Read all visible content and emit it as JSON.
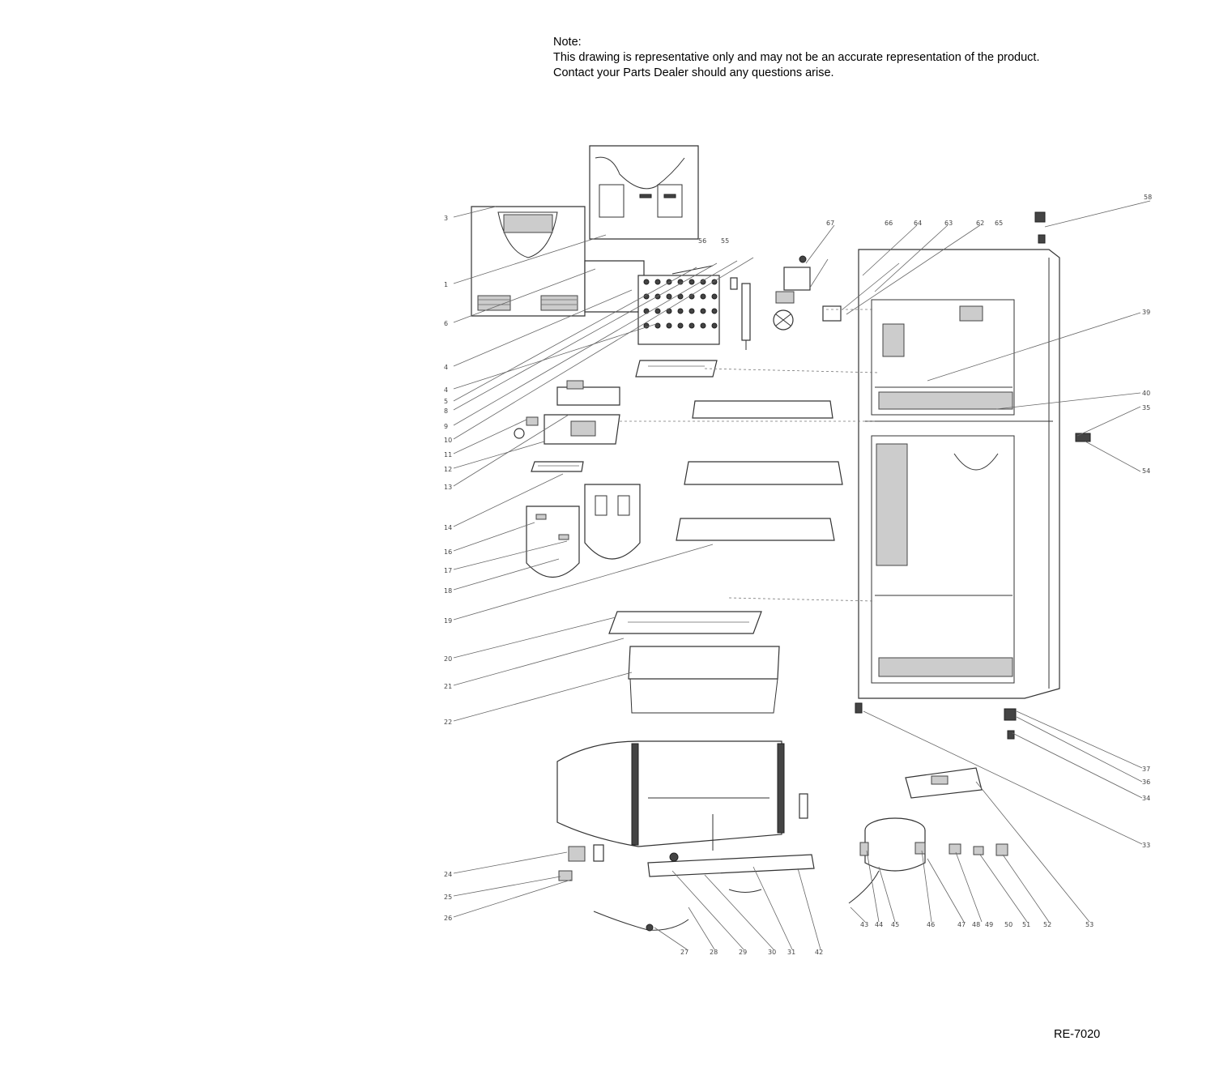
{
  "note": {
    "heading": "Note:",
    "line1": "This drawing is representative only and may not be an accurate representation of the product.",
    "line2": "Contact your Parts Dealer should any questions arise."
  },
  "model_code": "RE-7020",
  "callouts_left": [
    "3",
    "1",
    "6",
    "4",
    "4",
    "5",
    "8",
    "9",
    "10",
    "11",
    "12",
    "13",
    "14",
    "16",
    "17",
    "18",
    "19",
    "20",
    "21",
    "22",
    "24",
    "25",
    "26"
  ],
  "callouts_top": [
    "67",
    "66",
    "64",
    "63",
    "62",
    "65",
    "56",
    "55"
  ],
  "callouts_right": [
    "58",
    "39",
    "40",
    "35",
    "54",
    "37",
    "36",
    "34",
    "33"
  ],
  "callouts_bottom": [
    "27",
    "28",
    "29",
    "30",
    "31",
    "42",
    "43",
    "44",
    "45",
    "46",
    "47",
    "48",
    "49",
    "50",
    "51",
    "52",
    "53"
  ]
}
